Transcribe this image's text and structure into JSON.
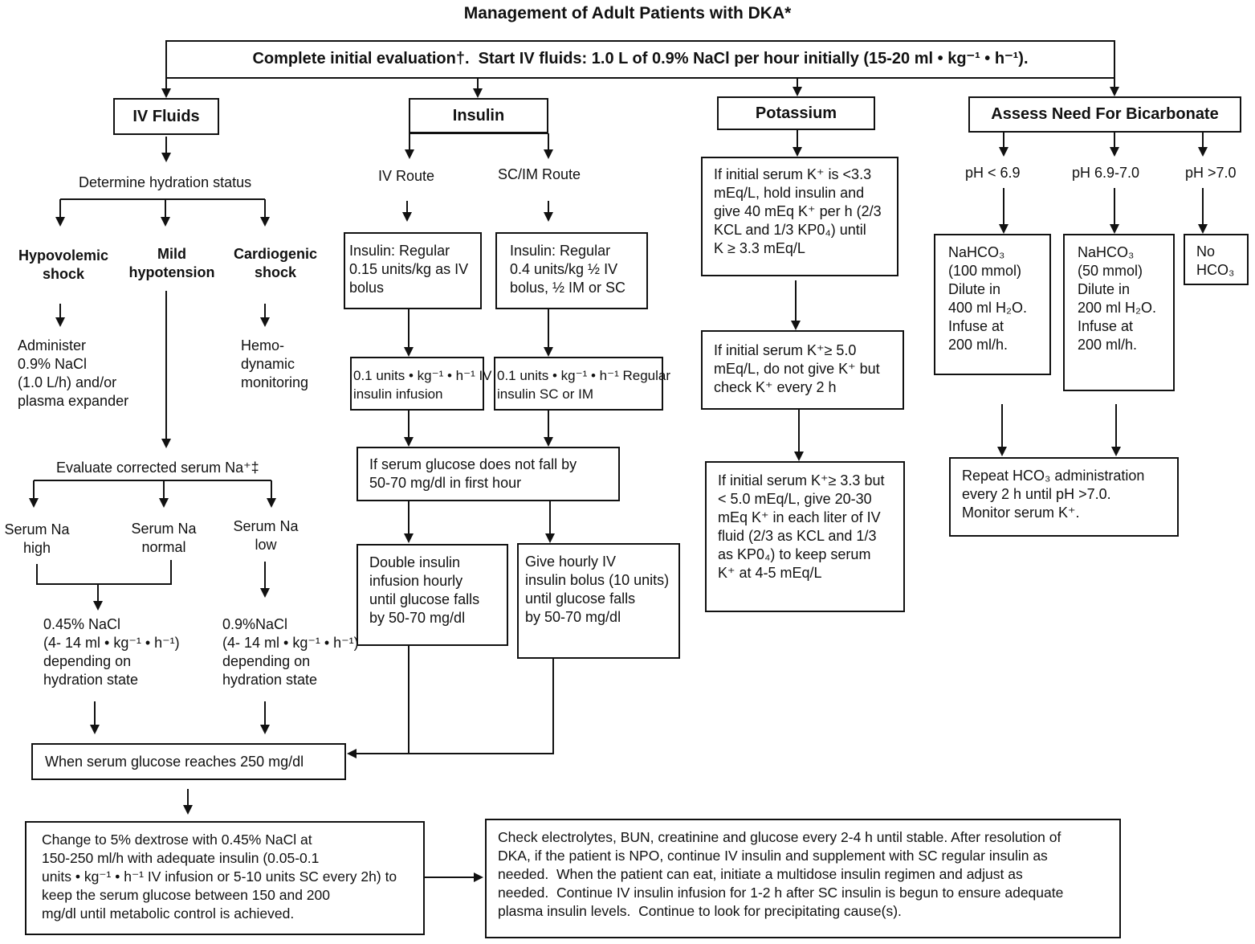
{
  "title": "Management of Adult Patients with DKA*",
  "initial": "Complete initial evaluation†.  Start IV fluids: 1.0 L of 0.9% NaCl per hour initially (15-20 ml • kg⁻¹ • h⁻¹).",
  "iv_fluids": {
    "header": "IV Fluids",
    "hydration": "Determine hydration status",
    "hypovolemic": "Hypovolemic\nshock",
    "mild": "Mild\nhypotension",
    "cardiogenic": "Cardiogenic\nshock",
    "administer": "Administer\n0.9% NaCl\n(1.0 L/h) and/or\nplasma expander",
    "hemo": "Hemo-\ndynamic\nmonitoring",
    "evaluate": "Evaluate corrected serum Na⁺‡",
    "na_high": "Serum Na\nhigh",
    "na_normal": "Serum Na\nnormal",
    "na_low": "Serum Na\nlow",
    "half_nacl": "0.45% NaCl\n(4- 14 ml • kg⁻¹ • h⁻¹)\ndepending on\nhydration state",
    "full_nacl": "0.9%NaCl\n(4- 14 ml • kg⁻¹ • h⁻¹)\ndepending on\nhydration state"
  },
  "insulin": {
    "header": "Insulin",
    "iv_route": "IV Route",
    "sc_route": "SC/IM Route",
    "iv_bolus": "Insulin: Regular\n0.15 units/kg as IV\nbolus",
    "sc_bolus": "Insulin: Regular\n0.4 units/kg ½ IV\nbolus, ½ IM or SC",
    "iv_infusion": "0.1 units • kg⁻¹ • h⁻¹ IV\ninsulin infusion",
    "sc_regular": "0.1 units • kg⁻¹ • h⁻¹ Regular\ninsulin SC or IM",
    "no_fall": "If serum glucose does not fall by\n50-70 mg/dl in first hour",
    "double": "Double insulin\ninfusion hourly\nuntil glucose falls\nby 50-70 mg/dl",
    "hourly": "Give hourly IV\ninsulin bolus (10 units)\nuntil glucose falls\nby 50-70 mg/dl"
  },
  "potassium": {
    "header": "Potassium",
    "low": "If initial serum K⁺ is <3.3\nmEq/L, hold insulin and\ngive 40 mEq K⁺ per h (2/3\nKCL and 1/3 KP0₄) until\nK ≥ 3.3 mEq/L",
    "high": "If initial serum K⁺≥ 5.0\nmEq/L, do not give K⁺ but\ncheck K⁺ every 2 h",
    "mid": "If initial serum K⁺≥ 3.3 but\n< 5.0 mEq/L, give 20-30\nmEq K⁺ in each liter of IV\nfluid (2/3 as KCL and 1/3\nas KP0₄) to keep serum\nK⁺ at 4-5 mEq/L"
  },
  "bicarbonate": {
    "header": "Assess Need For Bicarbonate",
    "ph1": "pH < 6.9",
    "ph2": "pH 6.9-7.0",
    "ph3": "pH >7.0",
    "box1": "NaHCO₃\n(100 mmol)\nDilute in\n400 ml H₂O.\nInfuse at\n200 ml/h.",
    "box2": "NaHCO₃\n(50 mmol)\nDilute in\n200 ml H₂O.\nInfuse at\n200 ml/h.",
    "box3": "No\nHCO₃",
    "repeat": "Repeat HCO₃ administration\nevery 2 h until pH >7.0.\nMonitor serum K⁺."
  },
  "glucose250": "When serum glucose reaches 250 mg/dl",
  "change": "Change to 5% dextrose with 0.45% NaCl at\n150-250 ml/h with adequate insulin (0.05-0.1\nunits • kg⁻¹ • h⁻¹ IV infusion or 5-10 units SC every 2h) to\nkeep the serum glucose between 150 and 200\nmg/dl until metabolic control is achieved.",
  "check": "Check electrolytes, BUN, creatinine and glucose every 2-4 h until stable. After resolution of\nDKA, if the patient is NPO, continue IV insulin and supplement with SC regular insulin as\nneeded.  When the patient can eat, initiate a multidose insulin regimen and adjust as\nneeded.  Continue IV insulin infusion for 1-2 h after SC insulin is begun to ensure adequate\nplasma insulin levels.  Continue to look for precipitating cause(s)."
}
